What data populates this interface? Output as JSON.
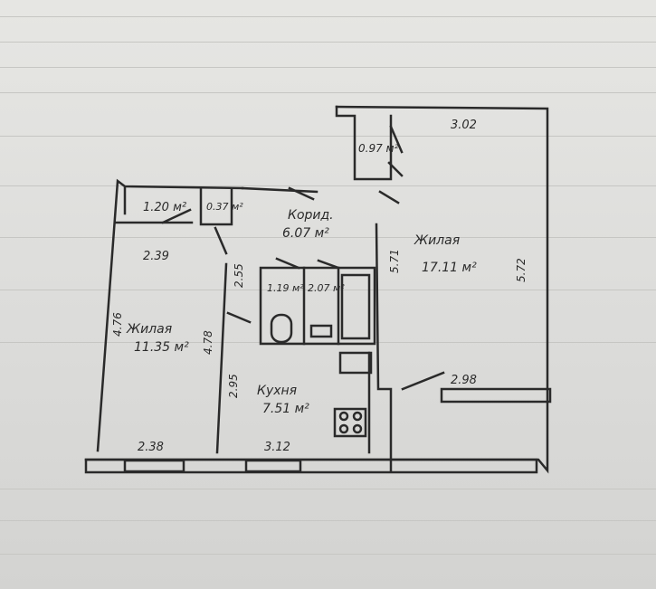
{
  "labels": {
    "room_1": "1.20 м²",
    "room_2": "0.37 м²",
    "room_3": "0.97 м²",
    "corridor_name": "Корид.",
    "corridor_area": "6.07 м²",
    "bath_1": "1.19 м²",
    "bath_2": "2.07 м²",
    "living_1_name": "Жилая",
    "living_1_area": "11.35 м²",
    "living_2_name": "Жилая",
    "living_2_area": "17.11 м²",
    "kitchen_name": "Кухня",
    "kitchen_area": "7.51 м²"
  },
  "dims": {
    "d_302": "3.02",
    "d_239": "2.39",
    "d_255": "2.55",
    "d_571": "5.71",
    "d_572": "5.72",
    "d_476": "4.76",
    "d_478": "4.78",
    "d_295": "2.95",
    "d_298": "2.98",
    "d_238": "2.38",
    "d_312": "3.12"
  },
  "colors": {
    "ink": "#2a2a2a",
    "paper": "#e3e3e0"
  }
}
